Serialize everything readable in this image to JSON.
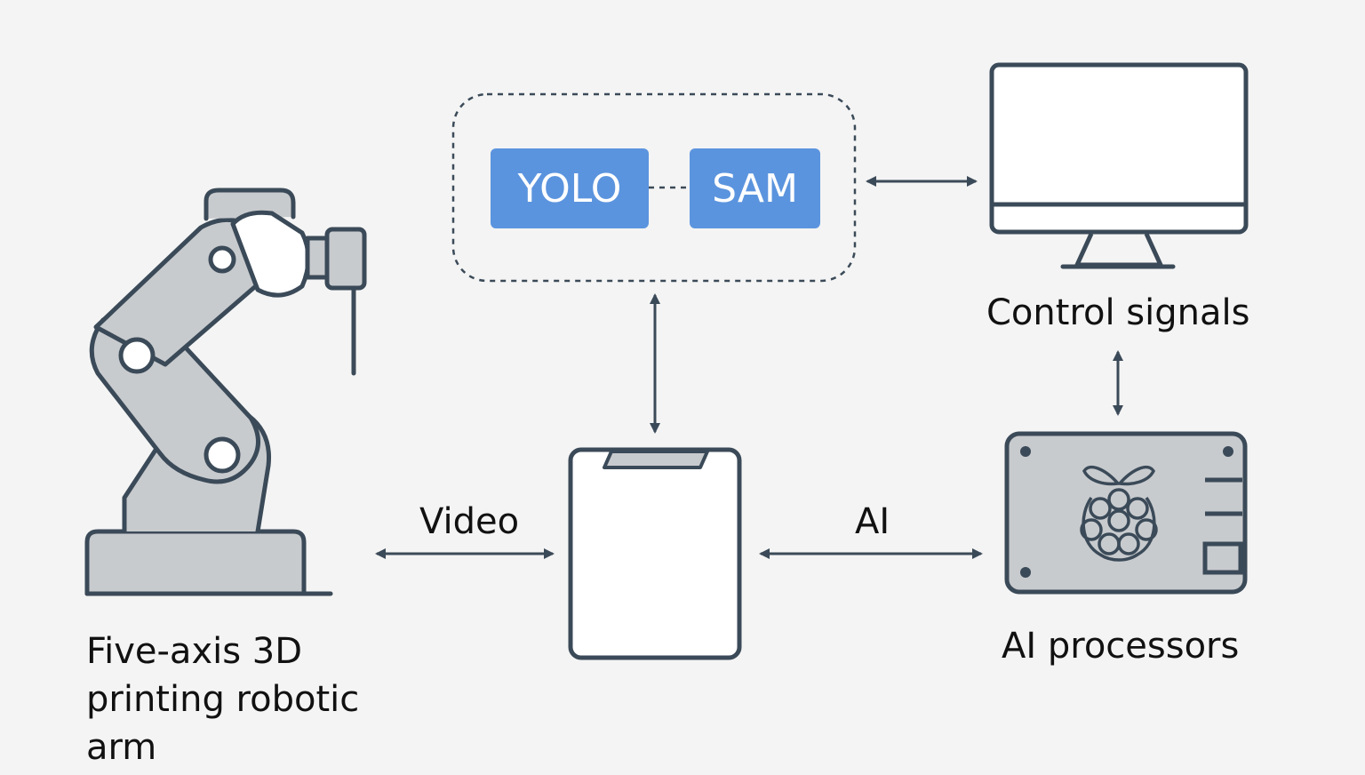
{
  "colors": {
    "background": "#f4f4f4",
    "stroke": "#3b4a58",
    "fill_gray": "#c8cbce",
    "accent_blue": "#5b94de",
    "white": "#ffffff"
  },
  "models": {
    "yolo": "YOLO",
    "sam": "SAM"
  },
  "labels": {
    "robot_arm_line1": "Five-axis 3D",
    "robot_arm_line2": "printing robotic",
    "robot_arm_line3": "arm",
    "control_signals": "Control signals",
    "ai_processors": "AI processors",
    "video": "Video",
    "ai": "AI"
  },
  "icons": {
    "robot_arm": "robotic-arm-icon",
    "tablet": "tablet-icon",
    "monitor": "monitor-icon",
    "processor": "raspberry-pi-board-icon"
  }
}
